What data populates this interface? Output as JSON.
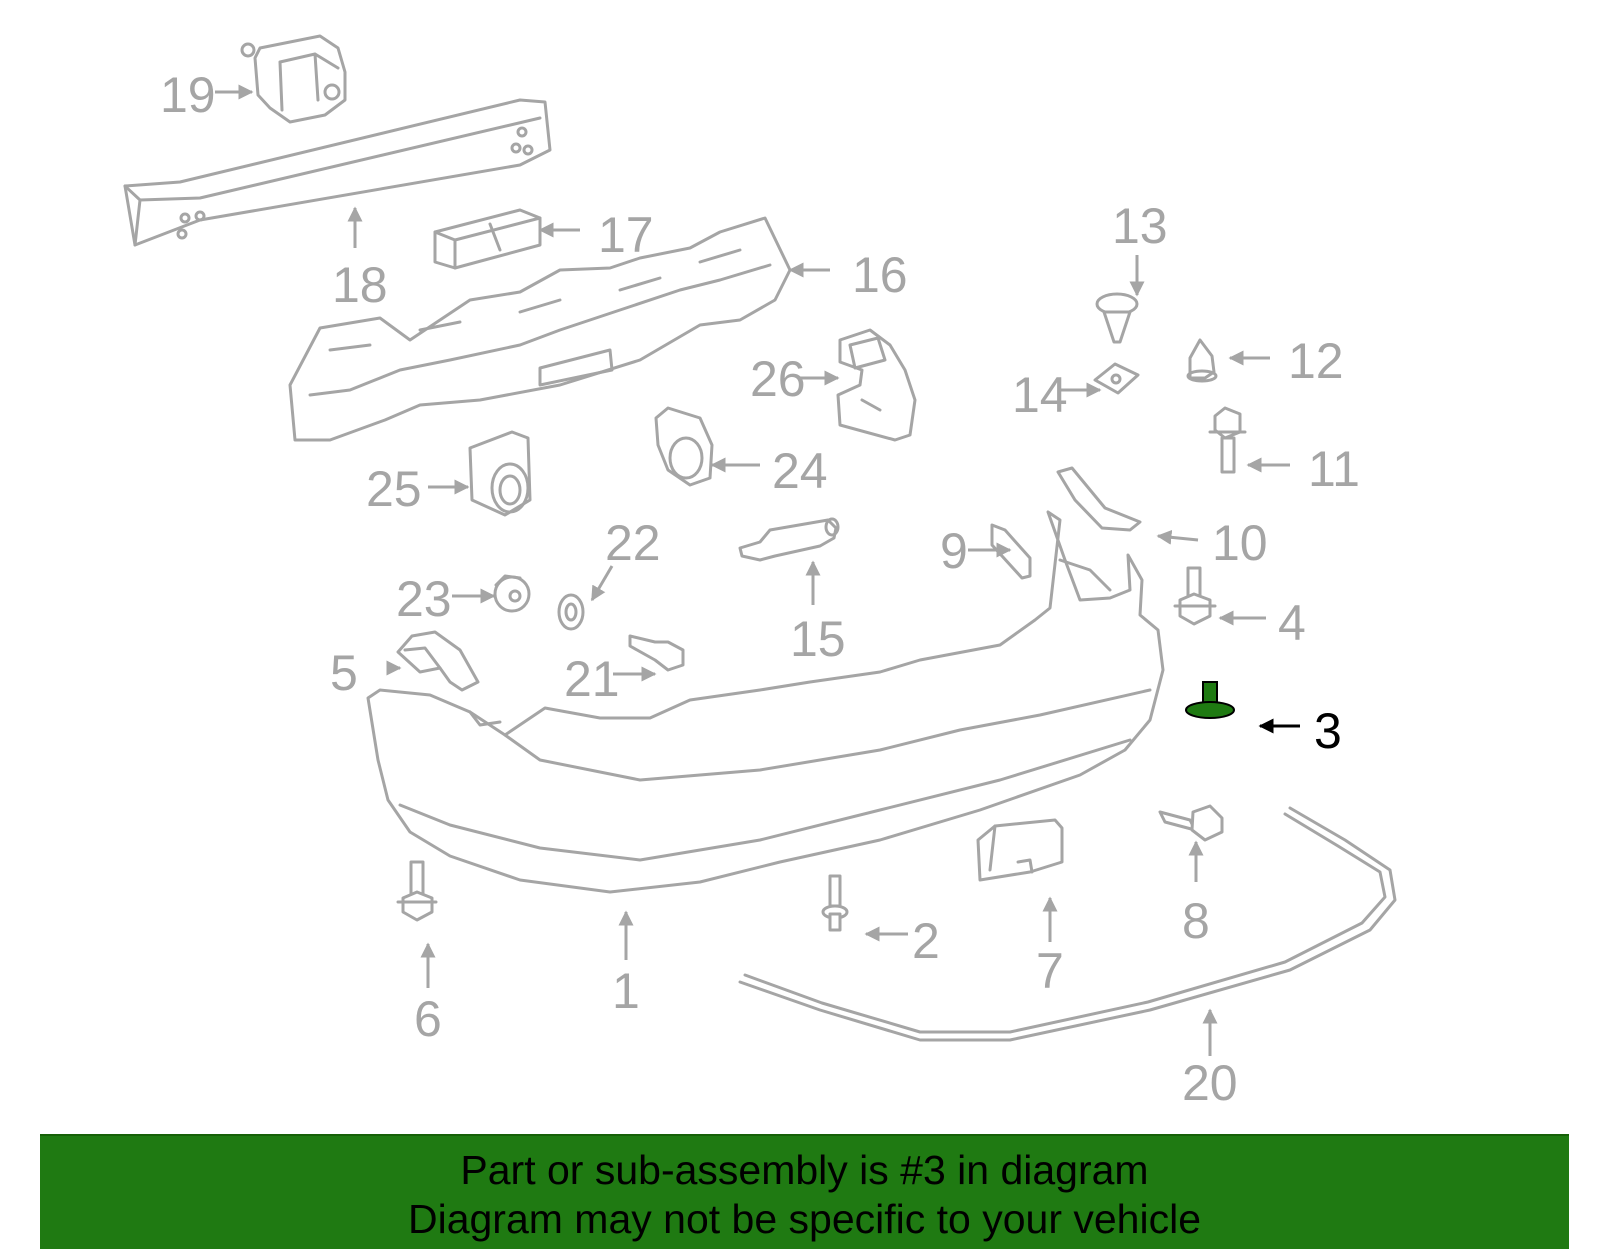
{
  "banner": {
    "line1": "Part or sub-assembly is #3 in diagram",
    "line2": "Diagram may not be specific to your vehicle"
  },
  "highlight": {
    "part_number": "3",
    "color": "#1f7a12"
  },
  "colors": {
    "line": "#a5a5a5",
    "highlight_text": "#000000",
    "banner_bg": "#1f7a12"
  },
  "callouts": {
    "n1": "1",
    "n2": "2",
    "n3": "3",
    "n4": "4",
    "n5": "5",
    "n6": "6",
    "n7": "7",
    "n8": "8",
    "n9": "9",
    "n10": "10",
    "n11": "11",
    "n12": "12",
    "n13": "13",
    "n14": "14",
    "n15": "15",
    "n16": "16",
    "n17": "17",
    "n18": "18",
    "n19": "19",
    "n20": "20",
    "n21": "21",
    "n22": "22",
    "n23": "23",
    "n24": "24",
    "n25": "25",
    "n26": "26"
  }
}
